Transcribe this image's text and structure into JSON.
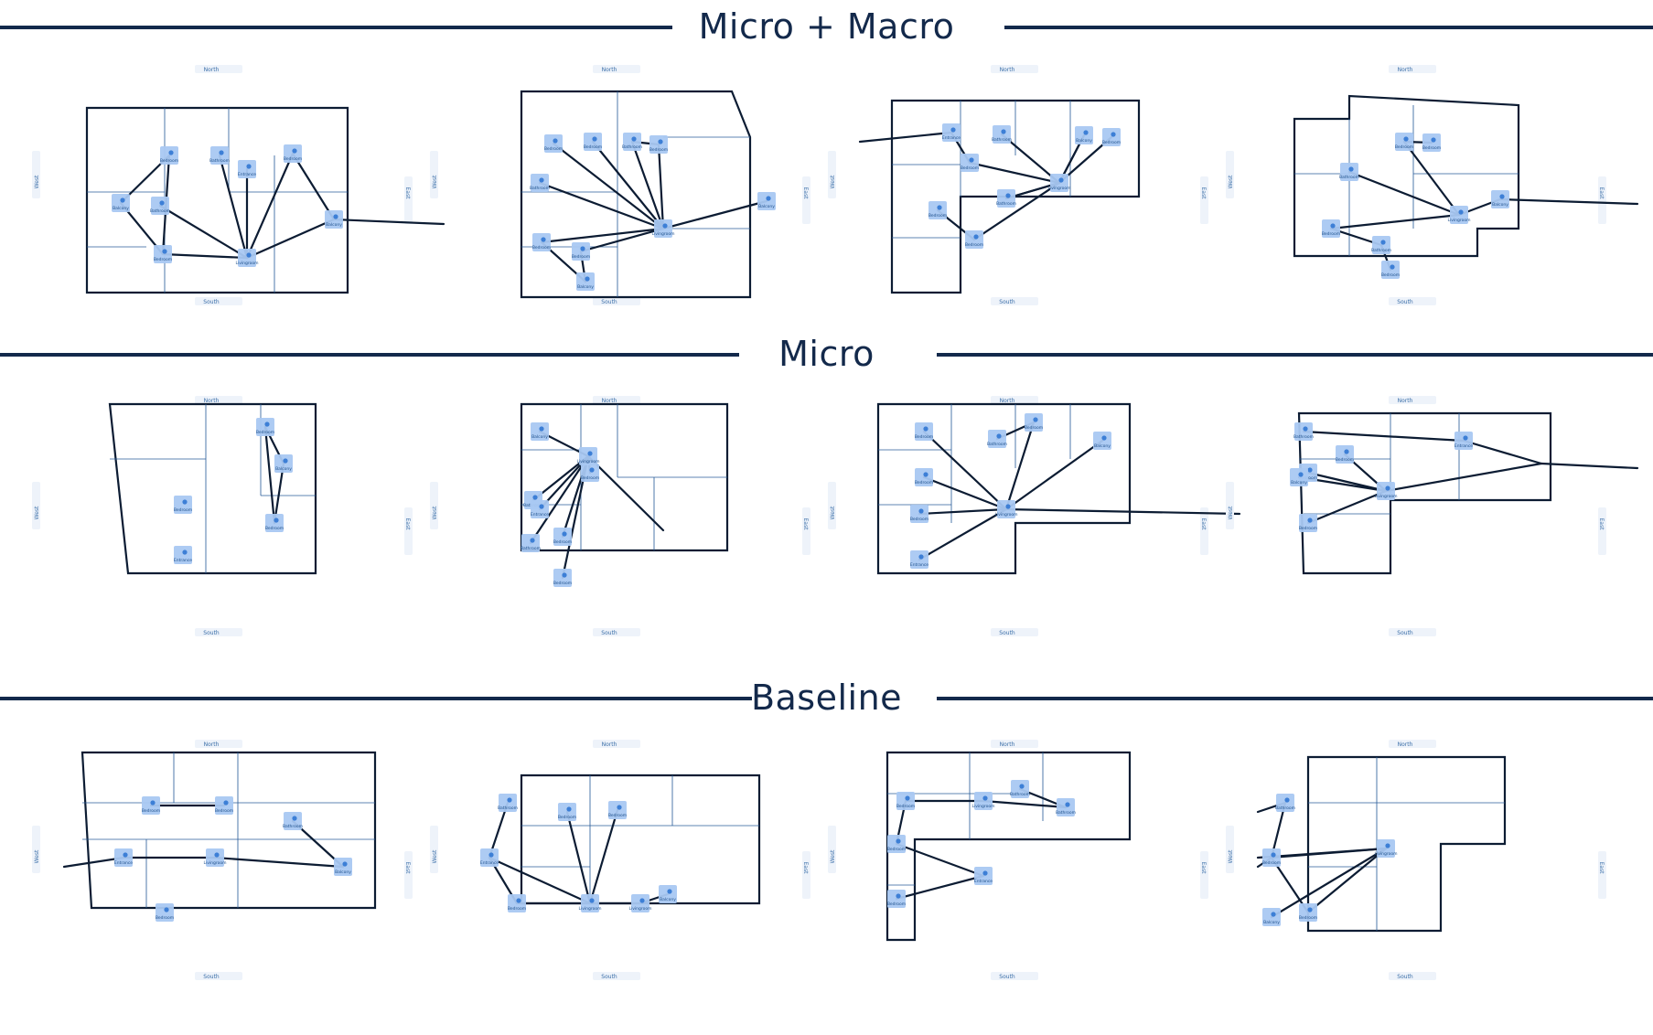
{
  "sections": [
    {
      "id": "micro-macro",
      "title": "Micro + Macro"
    },
    {
      "id": "micro",
      "title": "Micro"
    },
    {
      "id": "baseline",
      "title": "Baseline"
    }
  ],
  "compass": {
    "north": "North",
    "south": "South",
    "east": "East",
    "west": "West"
  },
  "colors": {
    "ink": "#13294b",
    "sketch": "#2a5c9a",
    "node": "#a9c8f2",
    "node_dot": "#3d7fd6",
    "edge": "#0c1c33"
  },
  "rooms": [
    "Balcony",
    "Bathroom",
    "Bedroom",
    "Entrance",
    "Livingroom"
  ],
  "rows": [
    {
      "section": "micro-macro",
      "panels": [
        {
          "nodes": [
            {
              "label": "Bedroom"
            },
            {
              "label": "Bathroom"
            },
            {
              "label": "Entrance"
            },
            {
              "label": "Bedroom"
            },
            {
              "label": "Balcony"
            },
            {
              "label": "Bathroom"
            },
            {
              "label": "Bedroom"
            },
            {
              "label": "Livingroom"
            },
            {
              "label": "Balcony"
            }
          ]
        },
        {
          "nodes": [
            {
              "label": "Bedroom"
            },
            {
              "label": "Bedroom"
            },
            {
              "label": "Bathroom"
            },
            {
              "label": "Bedroom"
            },
            {
              "label": "Bathroom"
            },
            {
              "label": "Balcony"
            },
            {
              "label": "Livingroom"
            },
            {
              "label": "Bedroom"
            },
            {
              "label": "Bedroom"
            },
            {
              "label": "Balcony"
            }
          ]
        },
        {
          "nodes": [
            {
              "label": "Entrance"
            },
            {
              "label": "Bathroom"
            },
            {
              "label": "Bedroom"
            },
            {
              "label": "Bedroom"
            },
            {
              "label": "Livingroom"
            },
            {
              "label": "Bedroom"
            },
            {
              "label": "Bathroom"
            },
            {
              "label": "Balcony"
            },
            {
              "label": "Bedroom"
            }
          ]
        },
        {
          "nodes": [
            {
              "label": "Bathroom"
            },
            {
              "label": "Bedroom"
            },
            {
              "label": "Bedroom"
            },
            {
              "label": "Livingroom"
            },
            {
              "label": "Balcony"
            },
            {
              "label": "Bedroom"
            },
            {
              "label": "Bathroom"
            },
            {
              "label": "Bedroom"
            }
          ]
        }
      ]
    },
    {
      "section": "micro",
      "panels": [
        {
          "nodes": [
            {
              "label": "Bedroom"
            },
            {
              "label": "Balcony"
            },
            {
              "label": "Bedroom"
            },
            {
              "label": "Entrance"
            },
            {
              "label": "Bedroom"
            }
          ]
        },
        {
          "nodes": [
            {
              "label": "Balcony"
            },
            {
              "label": "Livingroom"
            },
            {
              "label": "Bedroom"
            },
            {
              "label": "Bathroom"
            },
            {
              "label": "Entrance"
            },
            {
              "label": "Bathroom"
            },
            {
              "label": "Bedroom"
            },
            {
              "label": "Bedroom"
            }
          ]
        },
        {
          "nodes": [
            {
              "label": "Bedroom"
            },
            {
              "label": "Bathroom"
            },
            {
              "label": "Bedroom"
            },
            {
              "label": "Balcony"
            },
            {
              "label": "Bedroom"
            },
            {
              "label": "Livingroom"
            },
            {
              "label": "Bedroom"
            },
            {
              "label": "Entrance"
            }
          ]
        },
        {
          "nodes": [
            {
              "label": "Bathroom"
            },
            {
              "label": "Bedroom"
            },
            {
              "label": "Bedroom"
            },
            {
              "label": "Balcony"
            },
            {
              "label": "Entrance"
            },
            {
              "label": "Livingroom"
            },
            {
              "label": "Bedroom"
            }
          ]
        }
      ]
    },
    {
      "section": "baseline",
      "panels": [
        {
          "nodes": [
            {
              "label": "Bedroom"
            },
            {
              "label": "Bedroom"
            },
            {
              "label": "Bathroom"
            },
            {
              "label": "Entrance"
            },
            {
              "label": "Livingroom"
            },
            {
              "label": "Balcony"
            },
            {
              "label": "Bedroom"
            }
          ]
        },
        {
          "nodes": [
            {
              "label": "Bathroom"
            },
            {
              "label": "Bedroom"
            },
            {
              "label": "Bedroom"
            },
            {
              "label": "Entrance"
            },
            {
              "label": "Bedroom"
            },
            {
              "label": "Livingroom"
            },
            {
              "label": "Livingroom"
            },
            {
              "label": "Balcony"
            }
          ]
        },
        {
          "nodes": [
            {
              "label": "Bedroom"
            },
            {
              "label": "Livingroom"
            },
            {
              "label": "Bathroom"
            },
            {
              "label": "Bathroom"
            },
            {
              "label": "Bedroom"
            },
            {
              "label": "Entrance"
            },
            {
              "label": "Bedroom"
            }
          ]
        },
        {
          "nodes": [
            {
              "label": "Bathroom"
            },
            {
              "label": "Bedroom"
            },
            {
              "label": "Livingroom"
            },
            {
              "label": "Balcony"
            },
            {
              "label": "Bedroom"
            }
          ]
        }
      ]
    }
  ]
}
